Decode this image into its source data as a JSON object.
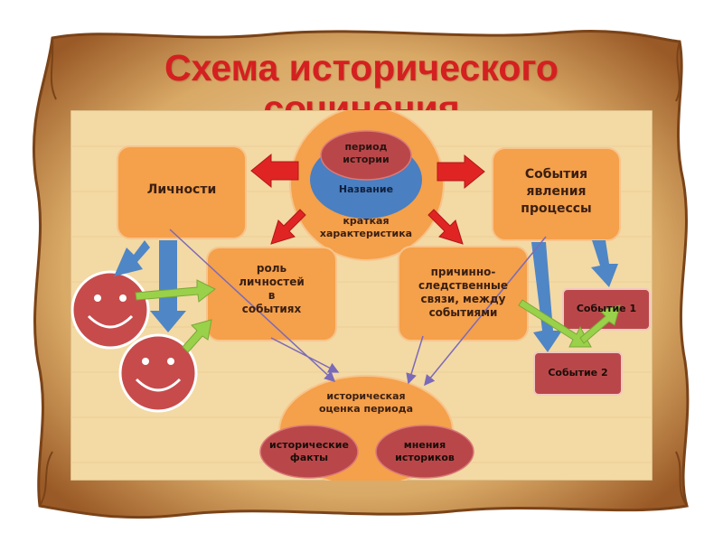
{
  "title": {
    "line1": "Схема исторического",
    "line2": "сочинения"
  },
  "nodes": {
    "period": [
      "период",
      "истории"
    ],
    "name": "Название",
    "characteristic": [
      "краткая",
      "характеристика"
    ],
    "personalities": "Личности",
    "events_phenomena": [
      "События",
      "явления",
      "процессы"
    ],
    "role": [
      "роль",
      "личностей",
      "в",
      "событиях"
    ],
    "causal": [
      "причинно-",
      "следственные",
      "связи, между",
      "событиями"
    ],
    "assessment": [
      "историческая",
      "оценка периода"
    ],
    "facts": [
      "исторические",
      "факты"
    ],
    "opinions": [
      "мнения",
      "историков"
    ],
    "event1": "Событие 1",
    "event2": "Событие 2"
  },
  "colors": {
    "title": "#d42020",
    "panel_bg": "#f3d9a4",
    "orange": "#f5a04a",
    "red_node": "#b9474a",
    "blue": "#4a7fc1",
    "red_arrow": "#e02424",
    "green_arrow": "#9ad14a",
    "blue_arrow": "#4f86c6"
  }
}
